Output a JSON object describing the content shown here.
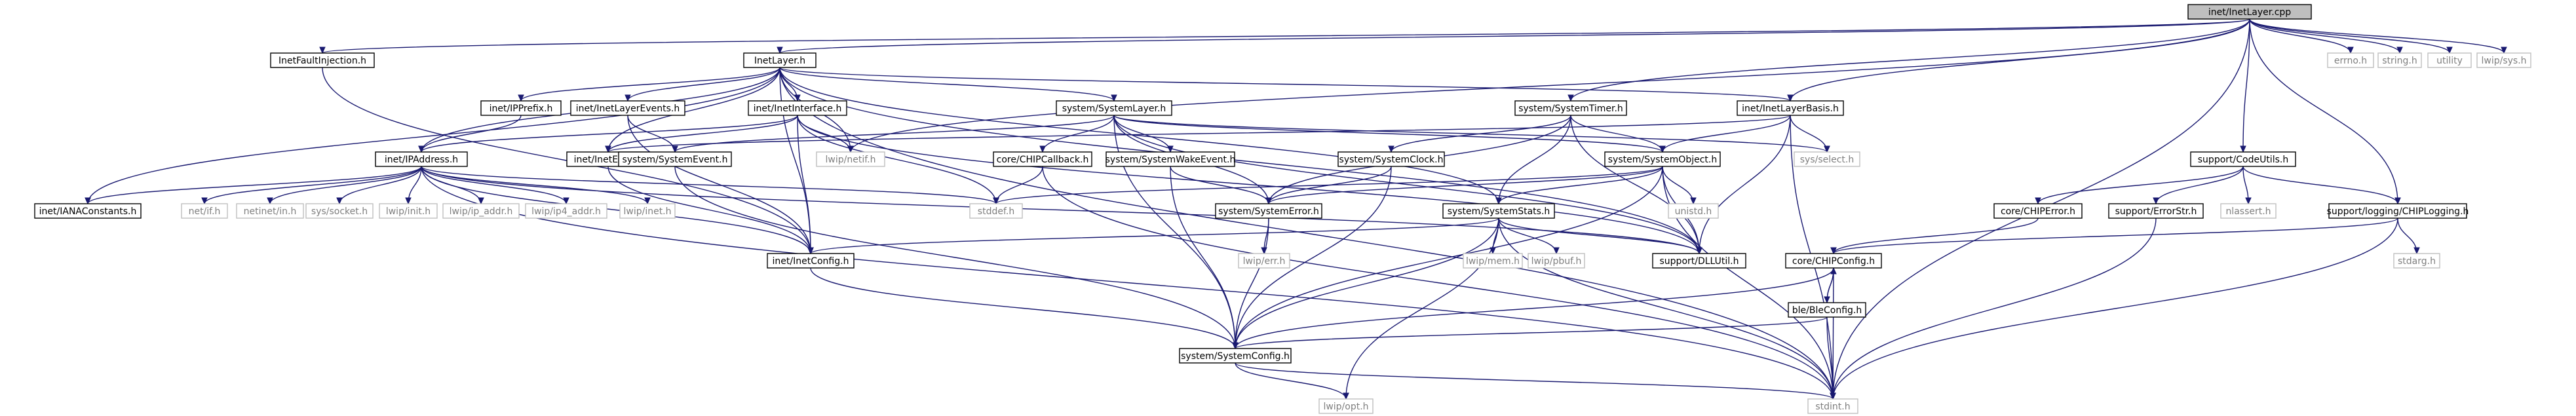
{
  "colors": {
    "edge": "#191970",
    "root_fill": "#bfbfbf",
    "system_text": "#7f7f7f",
    "system_border": "#bfbfbf"
  },
  "nodes": [
    {
      "id": "n0",
      "label": "inet/InetLayer.cpp",
      "kind": "root",
      "icon": "file-node"
    },
    {
      "id": "n1",
      "label": "InetFaultInjection.h",
      "kind": "local",
      "icon": "file-node"
    },
    {
      "id": "n2",
      "label": "InetLayer.h",
      "kind": "local",
      "icon": "file-node"
    },
    {
      "id": "n3",
      "label": "system/SystemTimer.h",
      "kind": "local",
      "icon": "file-node"
    },
    {
      "id": "n4",
      "label": "inet/InetLayerBasis.h",
      "kind": "local",
      "icon": "file-node"
    },
    {
      "id": "n5",
      "label": "errno.h",
      "kind": "system",
      "icon": "file-node"
    },
    {
      "id": "n6",
      "label": "string.h",
      "kind": "system",
      "icon": "file-node"
    },
    {
      "id": "n7",
      "label": "utility",
      "kind": "system",
      "icon": "file-node"
    },
    {
      "id": "n8",
      "label": "lwip/sys.h",
      "kind": "system",
      "icon": "file-node"
    },
    {
      "id": "n9",
      "label": "inet/IPPrefix.h",
      "kind": "local",
      "icon": "file-node"
    },
    {
      "id": "n10",
      "label": "inet/InetLayerEvents.h",
      "kind": "local",
      "icon": "file-node"
    },
    {
      "id": "n11",
      "label": "inet/InetInterface.h",
      "kind": "local",
      "icon": "file-node"
    },
    {
      "id": "n12",
      "label": "system/SystemLayer.h",
      "kind": "local",
      "icon": "file-node"
    },
    {
      "id": "n13",
      "label": "lwip/netif.h",
      "kind": "system",
      "icon": "file-node"
    },
    {
      "id": "n14",
      "label": "system/SystemClock.h",
      "kind": "local",
      "icon": "file-node"
    },
    {
      "id": "n15",
      "label": "system/SystemObject.h",
      "kind": "local",
      "icon": "file-node"
    },
    {
      "id": "n16",
      "label": "sys/select.h",
      "kind": "system",
      "icon": "file-node"
    },
    {
      "id": "n17",
      "label": "support/CodeUtils.h",
      "kind": "local",
      "icon": "file-node"
    },
    {
      "id": "n18",
      "label": "inet/IPAddress.h",
      "kind": "local",
      "icon": "file-node"
    },
    {
      "id": "n19",
      "label": "inet/InetError.h",
      "kind": "local",
      "icon": "file-node"
    },
    {
      "id": "n20",
      "label": "system/SystemEvent.h",
      "kind": "local",
      "icon": "file-node"
    },
    {
      "id": "n21",
      "label": "core/CHIPCallback.h",
      "kind": "local",
      "icon": "file-node"
    },
    {
      "id": "n22",
      "label": "system/SystemWakeEvent.h",
      "kind": "local",
      "icon": "file-node"
    },
    {
      "id": "n23",
      "label": "system/SystemStats.h",
      "kind": "local",
      "icon": "file-node"
    },
    {
      "id": "n24",
      "label": "unistd.h",
      "kind": "system",
      "icon": "file-node"
    },
    {
      "id": "n25",
      "label": "core/CHIPError.h",
      "kind": "local",
      "icon": "file-node"
    },
    {
      "id": "n26",
      "label": "support/ErrorStr.h",
      "kind": "local",
      "icon": "file-node"
    },
    {
      "id": "n27",
      "label": "nlassert.h",
      "kind": "system",
      "icon": "file-node"
    },
    {
      "id": "n28",
      "label": "support/logging/CHIPLogging.h",
      "kind": "local",
      "icon": "file-node"
    },
    {
      "id": "n29",
      "label": "inet/IANAConstants.h",
      "kind": "local",
      "icon": "file-node"
    },
    {
      "id": "n30",
      "label": "net/if.h",
      "kind": "system",
      "icon": "file-node"
    },
    {
      "id": "n31",
      "label": "netinet/in.h",
      "kind": "system",
      "icon": "file-node"
    },
    {
      "id": "n32",
      "label": "sys/socket.h",
      "kind": "system",
      "icon": "file-node"
    },
    {
      "id": "n33",
      "label": "lwip/init.h",
      "kind": "system",
      "icon": "file-node"
    },
    {
      "id": "n34",
      "label": "lwip/ip_addr.h",
      "kind": "system",
      "icon": "file-node"
    },
    {
      "id": "n35",
      "label": "lwip/ip4_addr.h",
      "kind": "system",
      "icon": "file-node"
    },
    {
      "id": "n36",
      "label": "lwip/inet.h",
      "kind": "system",
      "icon": "file-node"
    },
    {
      "id": "n37",
      "label": "stddef.h",
      "kind": "system",
      "icon": "file-node"
    },
    {
      "id": "n38",
      "label": "system/SystemError.h",
      "kind": "local",
      "icon": "file-node"
    },
    {
      "id": "n39",
      "label": "support/DLLUtil.h",
      "kind": "local",
      "icon": "file-node"
    },
    {
      "id": "n40",
      "label": "inet/InetConfig.h",
      "kind": "local",
      "icon": "file-node"
    },
    {
      "id": "n41",
      "label": "lwip/err.h",
      "kind": "system",
      "icon": "file-node"
    },
    {
      "id": "n42",
      "label": "lwip/mem.h",
      "kind": "system",
      "icon": "file-node"
    },
    {
      "id": "n43",
      "label": "lwip/pbuf.h",
      "kind": "system",
      "icon": "file-node"
    },
    {
      "id": "n44",
      "label": "core/CHIPConfig.h",
      "kind": "local",
      "icon": "file-node"
    },
    {
      "id": "n45",
      "label": "stdarg.h",
      "kind": "system",
      "icon": "file-node"
    },
    {
      "id": "n46",
      "label": "ble/BleConfig.h",
      "kind": "local",
      "icon": "file-node"
    },
    {
      "id": "n47",
      "label": "system/SystemConfig.h",
      "kind": "local",
      "icon": "file-node"
    },
    {
      "id": "n48",
      "label": "lwip/opt.h",
      "kind": "system",
      "icon": "file-node"
    },
    {
      "id": "n49",
      "label": "stdint.h",
      "kind": "system",
      "icon": "file-node"
    }
  ],
  "edges": [
    [
      "n0",
      "n1"
    ],
    [
      "n0",
      "n2"
    ],
    [
      "n0",
      "n3"
    ],
    [
      "n0",
      "n4"
    ],
    [
      "n0",
      "n5"
    ],
    [
      "n0",
      "n6"
    ],
    [
      "n0",
      "n7"
    ],
    [
      "n0",
      "n8"
    ],
    [
      "n0",
      "n17"
    ],
    [
      "n0",
      "n28"
    ],
    [
      "n0",
      "n49"
    ],
    [
      "n0",
      "n13"
    ],
    [
      "n1",
      "n40"
    ],
    [
      "n2",
      "n9"
    ],
    [
      "n2",
      "n10"
    ],
    [
      "n2",
      "n11"
    ],
    [
      "n2",
      "n12"
    ],
    [
      "n2",
      "n4"
    ],
    [
      "n2",
      "n18"
    ],
    [
      "n2",
      "n19"
    ],
    [
      "n2",
      "n29"
    ],
    [
      "n2",
      "n40"
    ],
    [
      "n2",
      "n13"
    ],
    [
      "n2",
      "n23"
    ],
    [
      "n2",
      "n39"
    ],
    [
      "n2",
      "n49"
    ],
    [
      "n3",
      "n14"
    ],
    [
      "n3",
      "n15"
    ],
    [
      "n3",
      "n38"
    ],
    [
      "n3",
      "n23"
    ],
    [
      "n3",
      "n39"
    ],
    [
      "n4",
      "n15"
    ],
    [
      "n4",
      "n19"
    ],
    [
      "n4",
      "n39"
    ],
    [
      "n4",
      "n16"
    ],
    [
      "n4",
      "n49"
    ],
    [
      "n9",
      "n18"
    ],
    [
      "n10",
      "n20"
    ],
    [
      "n10",
      "n40"
    ],
    [
      "n11",
      "n18"
    ],
    [
      "n11",
      "n19"
    ],
    [
      "n11",
      "n37"
    ],
    [
      "n11",
      "n13"
    ],
    [
      "n11",
      "n40"
    ],
    [
      "n11",
      "n39"
    ],
    [
      "n12",
      "n20"
    ],
    [
      "n12",
      "n21"
    ],
    [
      "n12",
      "n22"
    ],
    [
      "n12",
      "n38"
    ],
    [
      "n12",
      "n15"
    ],
    [
      "n12",
      "n47"
    ],
    [
      "n12",
      "n16"
    ],
    [
      "n12",
      "n39"
    ],
    [
      "n14",
      "n38"
    ],
    [
      "n14",
      "n47"
    ],
    [
      "n15",
      "n38"
    ],
    [
      "n15",
      "n23"
    ],
    [
      "n15",
      "n24"
    ],
    [
      "n15",
      "n37"
    ],
    [
      "n15",
      "n39"
    ],
    [
      "n15",
      "n49"
    ],
    [
      "n15",
      "n47"
    ],
    [
      "n17",
      "n25"
    ],
    [
      "n17",
      "n26"
    ],
    [
      "n17",
      "n27"
    ],
    [
      "n17",
      "n28"
    ],
    [
      "n18",
      "n29"
    ],
    [
      "n18",
      "n30"
    ],
    [
      "n18",
      "n31"
    ],
    [
      "n18",
      "n32"
    ],
    [
      "n18",
      "n33"
    ],
    [
      "n18",
      "n34"
    ],
    [
      "n18",
      "n35"
    ],
    [
      "n18",
      "n36"
    ],
    [
      "n18",
      "n37"
    ],
    [
      "n18",
      "n40"
    ],
    [
      "n18",
      "n39"
    ],
    [
      "n18",
      "n49"
    ],
    [
      "n19",
      "n40"
    ],
    [
      "n20",
      "n47"
    ],
    [
      "n21",
      "n37"
    ],
    [
      "n21",
      "n49"
    ],
    [
      "n22",
      "n38"
    ],
    [
      "n22",
      "n47"
    ],
    [
      "n23",
      "n40"
    ],
    [
      "n23",
      "n42"
    ],
    [
      "n23",
      "n43"
    ],
    [
      "n23",
      "n39"
    ],
    [
      "n23",
      "n47"
    ],
    [
      "n23",
      "n48"
    ],
    [
      "n23",
      "n49"
    ],
    [
      "n25",
      "n44"
    ],
    [
      "n26",
      "n49"
    ],
    [
      "n28",
      "n44"
    ],
    [
      "n28",
      "n45"
    ],
    [
      "n28",
      "n49"
    ],
    [
      "n38",
      "n41"
    ],
    [
      "n38",
      "n47"
    ],
    [
      "n40",
      "n47"
    ],
    [
      "n44",
      "n46"
    ],
    [
      "n44",
      "n47"
    ],
    [
      "n44",
      "n49"
    ],
    [
      "n46",
      "n44"
    ],
    [
      "n46",
      "n47"
    ],
    [
      "n46",
      "n49"
    ],
    [
      "n47",
      "n48"
    ],
    [
      "n47",
      "n49"
    ]
  ]
}
